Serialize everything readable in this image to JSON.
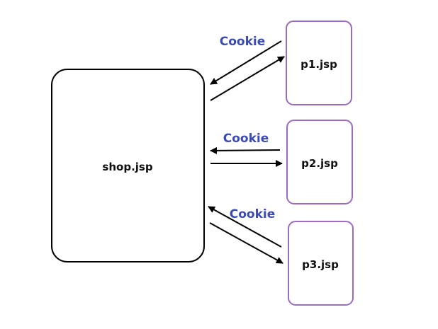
{
  "diagram": {
    "main_node": {
      "label": "shop.jsp",
      "stroke": "#000000"
    },
    "pages": [
      {
        "label": "p1.jsp",
        "stroke": "#9b6bbd"
      },
      {
        "label": "p2.jsp",
        "stroke": "#9b6bbd"
      },
      {
        "label": "p3.jsp",
        "stroke": "#9b6bbd"
      }
    ],
    "edge_labels": [
      {
        "text": "Cookie",
        "color": "#3b4bb5"
      },
      {
        "text": "Cookie",
        "color": "#3b4bb5"
      },
      {
        "text": "Cookie",
        "color": "#3b4bb5"
      }
    ]
  }
}
